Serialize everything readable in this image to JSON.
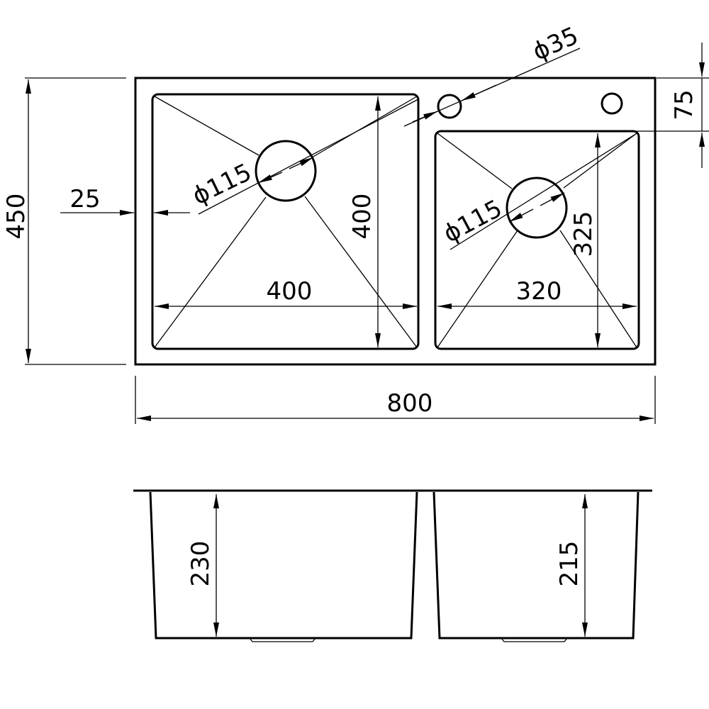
{
  "drawing": {
    "top_view": {
      "overall_width": "800",
      "overall_depth": "450",
      "edge_offset": "25",
      "tap_hole_offset": "75",
      "tap_hole_diameter": "ϕ35",
      "left_bowl": {
        "width": "400",
        "depth": "400",
        "drain_diameter": "ϕ115"
      },
      "right_bowl": {
        "width": "320",
        "depth": "325",
        "drain_diameter": "ϕ115"
      }
    },
    "side_view": {
      "left_bowl_depth": "230",
      "right_bowl_depth": "215"
    },
    "colors": {
      "line": "#000000",
      "background": "#ffffff"
    }
  }
}
